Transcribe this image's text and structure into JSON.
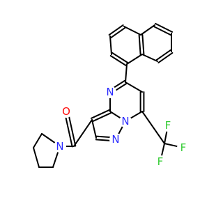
{
  "molecule": {
    "atoms": {
      "n_pyrimidine": "N",
      "n_bridge": "N",
      "n_pyrazole": "N",
      "o_carbonyl": "O",
      "n_pyrrolidine": "N",
      "f1": "F",
      "f2": "F",
      "f3": "F"
    }
  },
  "colors": {
    "bond": "#000000",
    "nitrogen": "#2b2bff",
    "oxygen": "#ff0d0d",
    "fluorine": "#33cc33"
  }
}
